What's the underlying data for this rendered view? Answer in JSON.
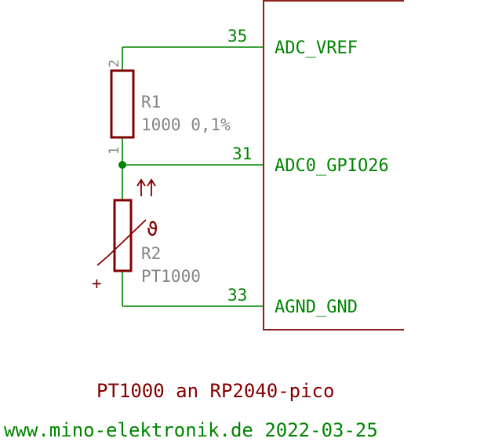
{
  "colors": {
    "wire": "#008400",
    "component": "#840000",
    "label_grey": "#848484",
    "title": "#840000"
  },
  "ic": {
    "pins": [
      {
        "number": "35",
        "name": "ADC_VREF"
      },
      {
        "number": "31",
        "name": "ADC0_GPIO26"
      },
      {
        "number": "33",
        "name": "AGND_GND"
      }
    ]
  },
  "r1": {
    "name": "R1",
    "value": "1000 0,1%",
    "pin_top": "2",
    "pin_bottom": "1"
  },
  "r2": {
    "name": "R2",
    "value": "PT1000",
    "theta_symbol": "ϑ",
    "plus_symbol": "+"
  },
  "footer": {
    "title": "PT1000 an RP2040-pico",
    "credit": "www.mino-elektronik.de 2022-03-25"
  }
}
